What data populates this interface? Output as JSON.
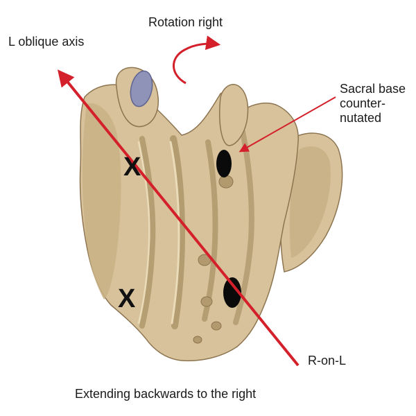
{
  "labels": {
    "rotation": "Rotation right",
    "axis": "L oblique axis",
    "sacral_base": [
      "Sacral base",
      "counter-",
      "nutated"
    ],
    "r_on_l": "R-on-L",
    "extending": "Extending backwards to the right"
  },
  "markers": {
    "upper_x": "X",
    "lower_x": "X"
  },
  "colors": {
    "bone": "#d8c29b",
    "bone_shadow": "#b29a6e",
    "bone_outline": "#8c7450",
    "articular_facet": "#8f93b8",
    "axis_arrow": "#d4202a",
    "dot": "#0a0a0a"
  }
}
